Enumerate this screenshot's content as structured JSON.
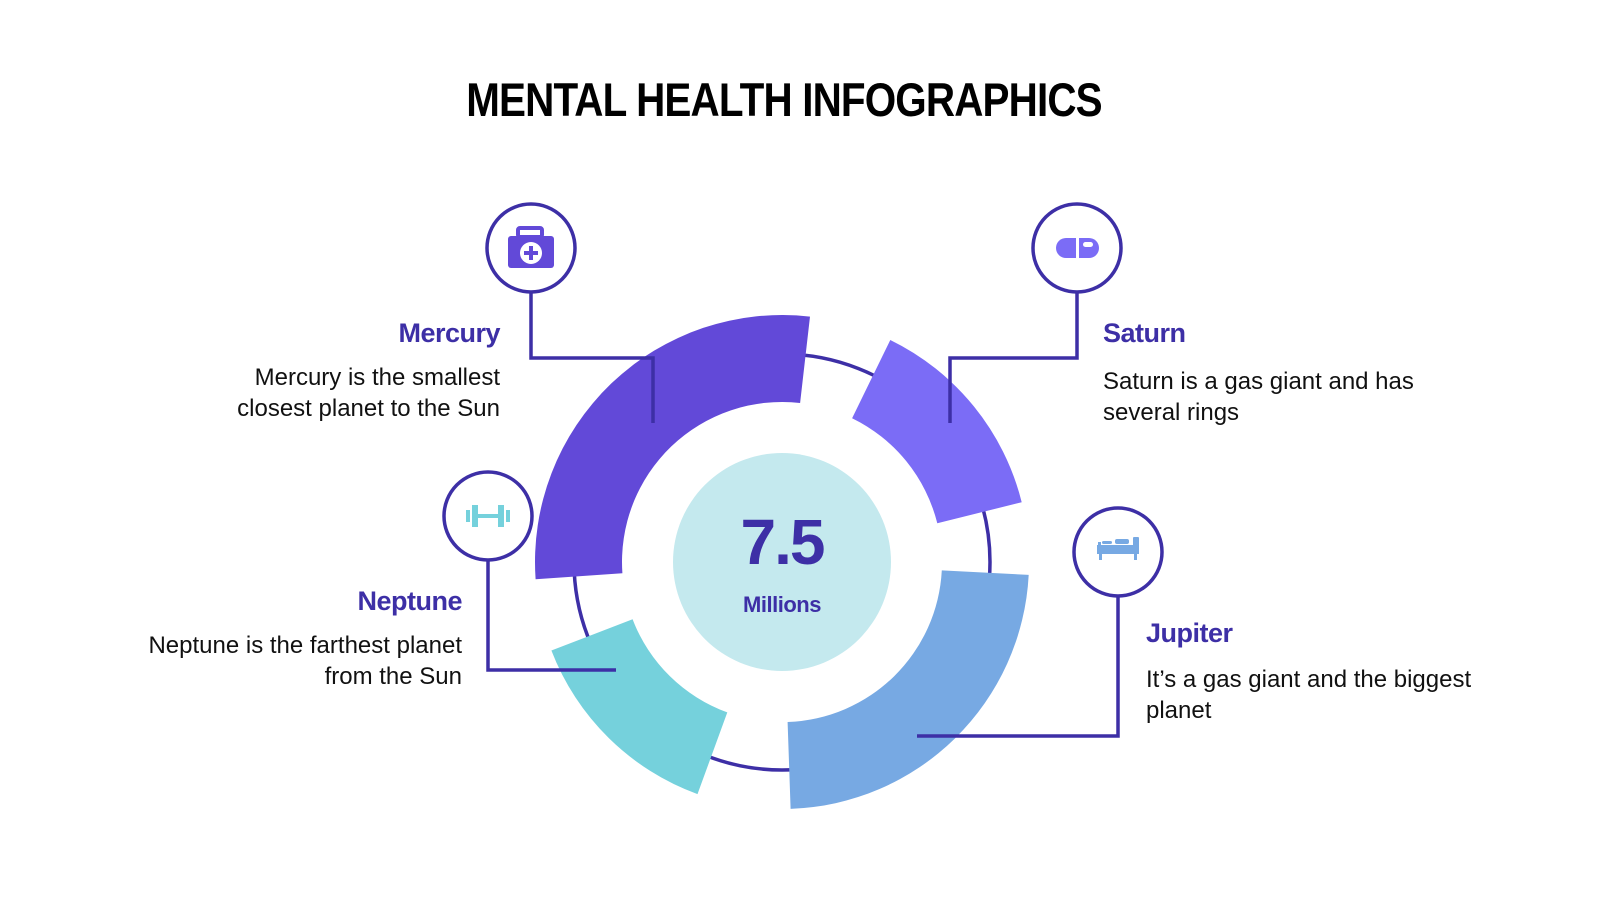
{
  "title": "MENTAL HEALTH INFOGRAPHICS",
  "center": {
    "value": "7.5",
    "unit": "Millions"
  },
  "colors": {
    "mercury": "#6249d8",
    "saturn": "#7b6cf6",
    "jupiter": "#77a9e3",
    "neptune": "#75d1dc",
    "line": "#3d2fa6",
    "center_fill": "#c4e9ee"
  },
  "items": [
    {
      "name": "Mercury",
      "description_lines": [
        "Mercury is the smallest",
        "closest planet to the Sun"
      ],
      "icon": "medical-kit-icon"
    },
    {
      "name": "Saturn",
      "description_lines": [
        "Saturn is a gas giant and has",
        "several rings"
      ],
      "icon": "pill-capsule-icon"
    },
    {
      "name": "Neptune",
      "description_lines": [
        "Neptune is the farthest planet",
        "from the Sun"
      ],
      "icon": "dumbbell-icon"
    },
    {
      "name": "Jupiter",
      "description_lines": [
        "It’s a gas giant and the biggest",
        "planet"
      ],
      "icon": "bed-icon"
    }
  ]
}
